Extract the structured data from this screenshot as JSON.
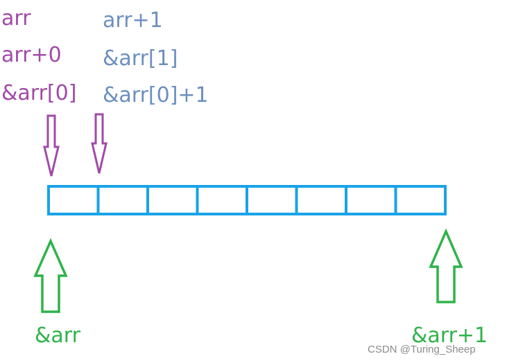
{
  "diagram": {
    "first_element_labels": [
      "arr",
      "arr+0",
      "&arr[0]"
    ],
    "second_element_labels": [
      "arr+1",
      "&arr[1]",
      "&arr[0]+1"
    ],
    "array_cell_count": 8,
    "whole_array_start_label": "&arr",
    "whole_array_next_label": "&arr+1",
    "colors": {
      "element_pointer": "#a14aa8",
      "element_pointer_alt": "#6d8fbf",
      "array_border": "#1aa3e6",
      "array_pointer": "#2fb34a"
    }
  },
  "watermark": {
    "text": "CSDN @Turing_Sheep"
  }
}
